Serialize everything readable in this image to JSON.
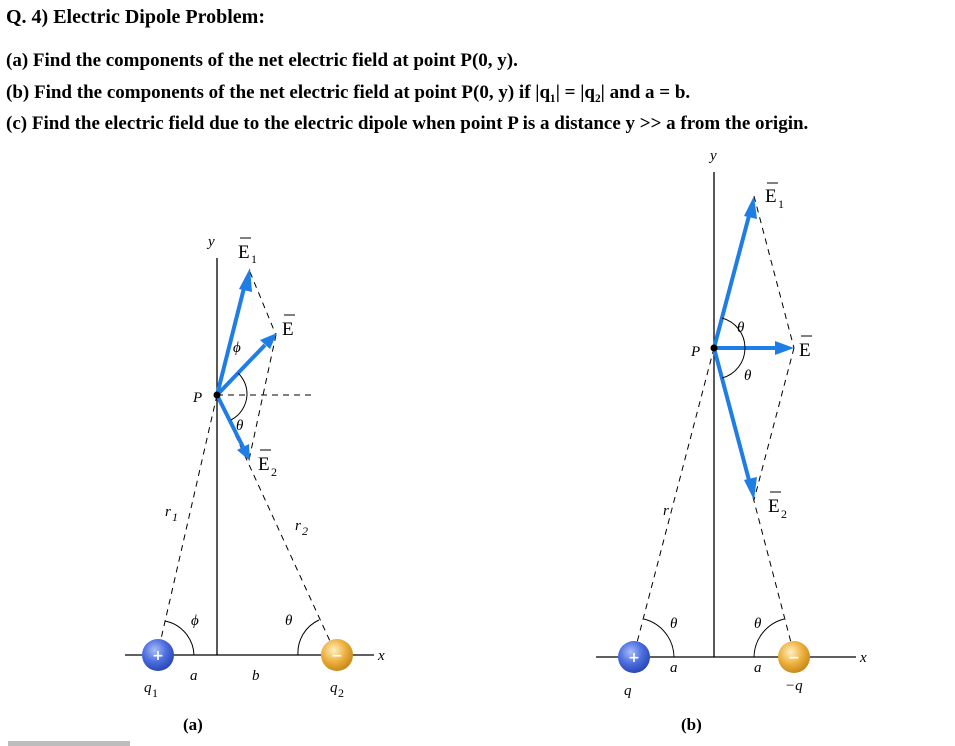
{
  "question": {
    "title": "Q. 4) Electric Dipole Problem:",
    "part_a": "(a) Find the components of the net electric field at point P(0, y).",
    "part_b": "(b) Find the components of the net electric field at point P(0, y) if |q₁| = |q₂| and a = b.",
    "part_c": "(c) Find the electric field due to the electric dipole when point P is a distance y >> a from the origin."
  },
  "figure_a": {
    "caption": "(a)",
    "y_axis": "y",
    "x_axis": "x",
    "point": "P",
    "e1": "E",
    "e1_sub": "1",
    "e2": "E",
    "e2_sub": "2",
    "e_net": "E",
    "angle_phi": "ϕ",
    "angle_theta": "θ",
    "r1": "r",
    "r1_sub": "1",
    "r2": "r",
    "r2_sub": "2",
    "dist_a": "a",
    "dist_b": "b",
    "charge1": "q",
    "charge1_sub": "1",
    "charge2": "q",
    "charge2_sub": "2",
    "plus": "+",
    "minus": "−"
  },
  "figure_b": {
    "caption": "(b)",
    "y_axis": "y",
    "x_axis": "x",
    "point": "P",
    "e1": "E",
    "e1_sub": "1",
    "e2": "E",
    "e2_sub": "2",
    "e_net": "E",
    "angle_theta": "θ",
    "r": "r",
    "dist_a": "a",
    "charge1": "q",
    "charge2": "−q",
    "plus": "+",
    "minus": "−"
  },
  "colors": {
    "field_arrow": "#1e7ee6",
    "positive_charge": "#4d6fe0",
    "negative_charge": "#eeb240"
  }
}
